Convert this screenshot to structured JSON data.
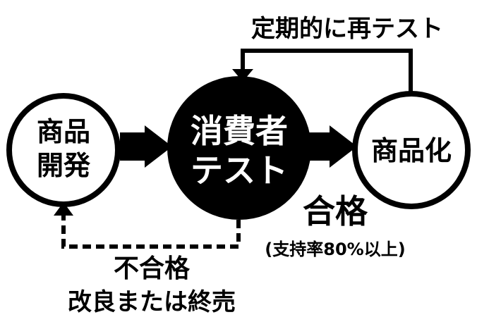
{
  "nodes": {
    "development": {
      "line1": "商品",
      "line2": "開発"
    },
    "consumer_test": {
      "line1": "消費者",
      "line2": "テスト"
    },
    "commercialization": {
      "label": "商品化"
    }
  },
  "edges": {
    "periodic_retest": {
      "label": "定期的に再テスト"
    },
    "pass": {
      "label": "合格",
      "sublabel": "(支持率80%以上)"
    },
    "fail": {
      "label": "不合格",
      "sublabel": "改良または終売"
    }
  },
  "colors": {
    "ink": "#000000",
    "paper": "#ffffff"
  }
}
